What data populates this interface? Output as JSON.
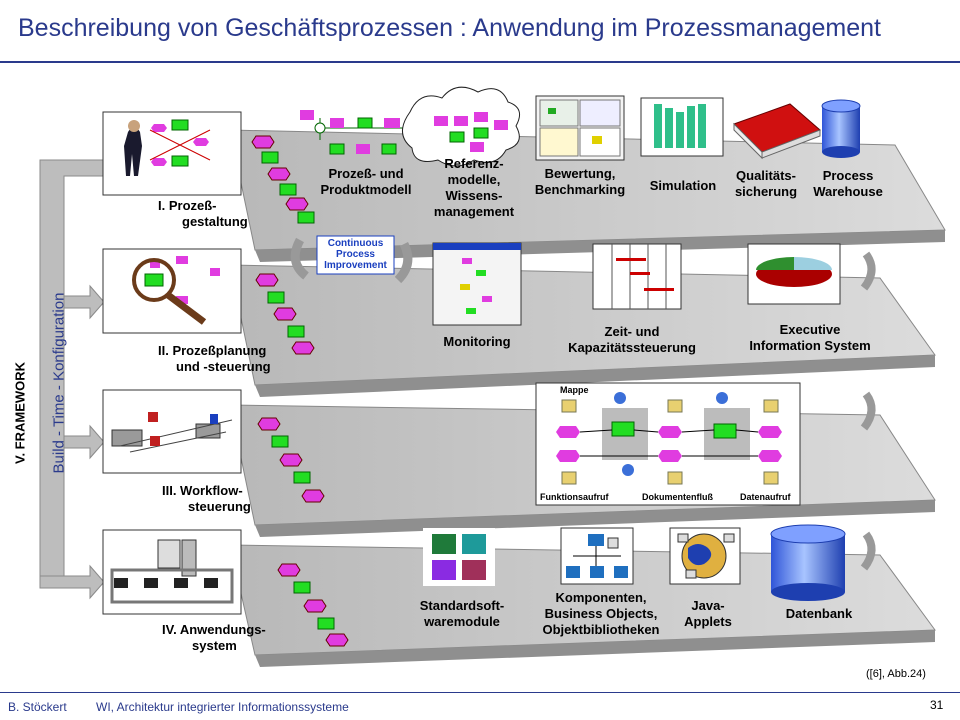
{
  "title": "Beschreibung von Geschäftsprozessen : Anwendung im Prozessmanagement",
  "side_labels": {
    "framework": "V. FRAMEWORK",
    "build_time": "Build - Time - Konfiguration"
  },
  "cpi": {
    "line1": "Continuous",
    "line2": "Process",
    "line3": "Improvement"
  },
  "layers": [
    {
      "name_line1": "I. Prozeß-",
      "name_line2": "gestaltung",
      "items": [
        {
          "l1": "Prozeß- und",
          "l2": "Produktmodell"
        },
        {
          "l1": "Referenz-",
          "l2": "modelle,",
          "l3": "Wissens-",
          "l4": "management"
        },
        {
          "l1": "Bewertung,",
          "l2": "Benchmarking"
        },
        {
          "l1": "Simulation"
        },
        {
          "l1": "Qualitäts-",
          "l2": "sicherung"
        },
        {
          "l1": "Process",
          "l2": "Warehouse"
        }
      ]
    },
    {
      "name_line1": "II. Prozeßplanung",
      "name_line2": "und -steuerung",
      "items": [
        {
          "l1": "Monitoring"
        },
        {
          "l1": "Zeit- und",
          "l2": "Kapazitätssteuerung"
        },
        {
          "l1": "Executive",
          "l2": "Information System"
        }
      ]
    },
    {
      "name_line1": "III. Workflow-",
      "name_line2": "steuerung",
      "items": [
        {
          "l1": "Mappe"
        },
        {
          "l1": "Funktionsaufruf"
        },
        {
          "l1": "Dokumentenfluß"
        },
        {
          "l1": "Datenaufruf"
        }
      ]
    },
    {
      "name_line1": "IV. Anwendungs-",
      "name_line2": "system",
      "items": [
        {
          "l1": "Standardsoft-",
          "l2": "waremodule"
        },
        {
          "l1": "Komponenten,",
          "l2": "Business Objects,",
          "l3": "Objektbibliotheken"
        },
        {
          "l1": "Java-",
          "l2": "Applets"
        },
        {
          "l1": "Datenbank"
        }
      ]
    }
  ],
  "citation": "([6], Abb.24)",
  "footer": {
    "author": "B. Stöckert",
    "course": "WI, Architektur integrierter Informationssysteme",
    "page": "31"
  },
  "colors": {
    "accent": "#2a3a8c",
    "plate": "#c9c9c9",
    "event": "#e03ce0",
    "function": "#22dd22"
  }
}
